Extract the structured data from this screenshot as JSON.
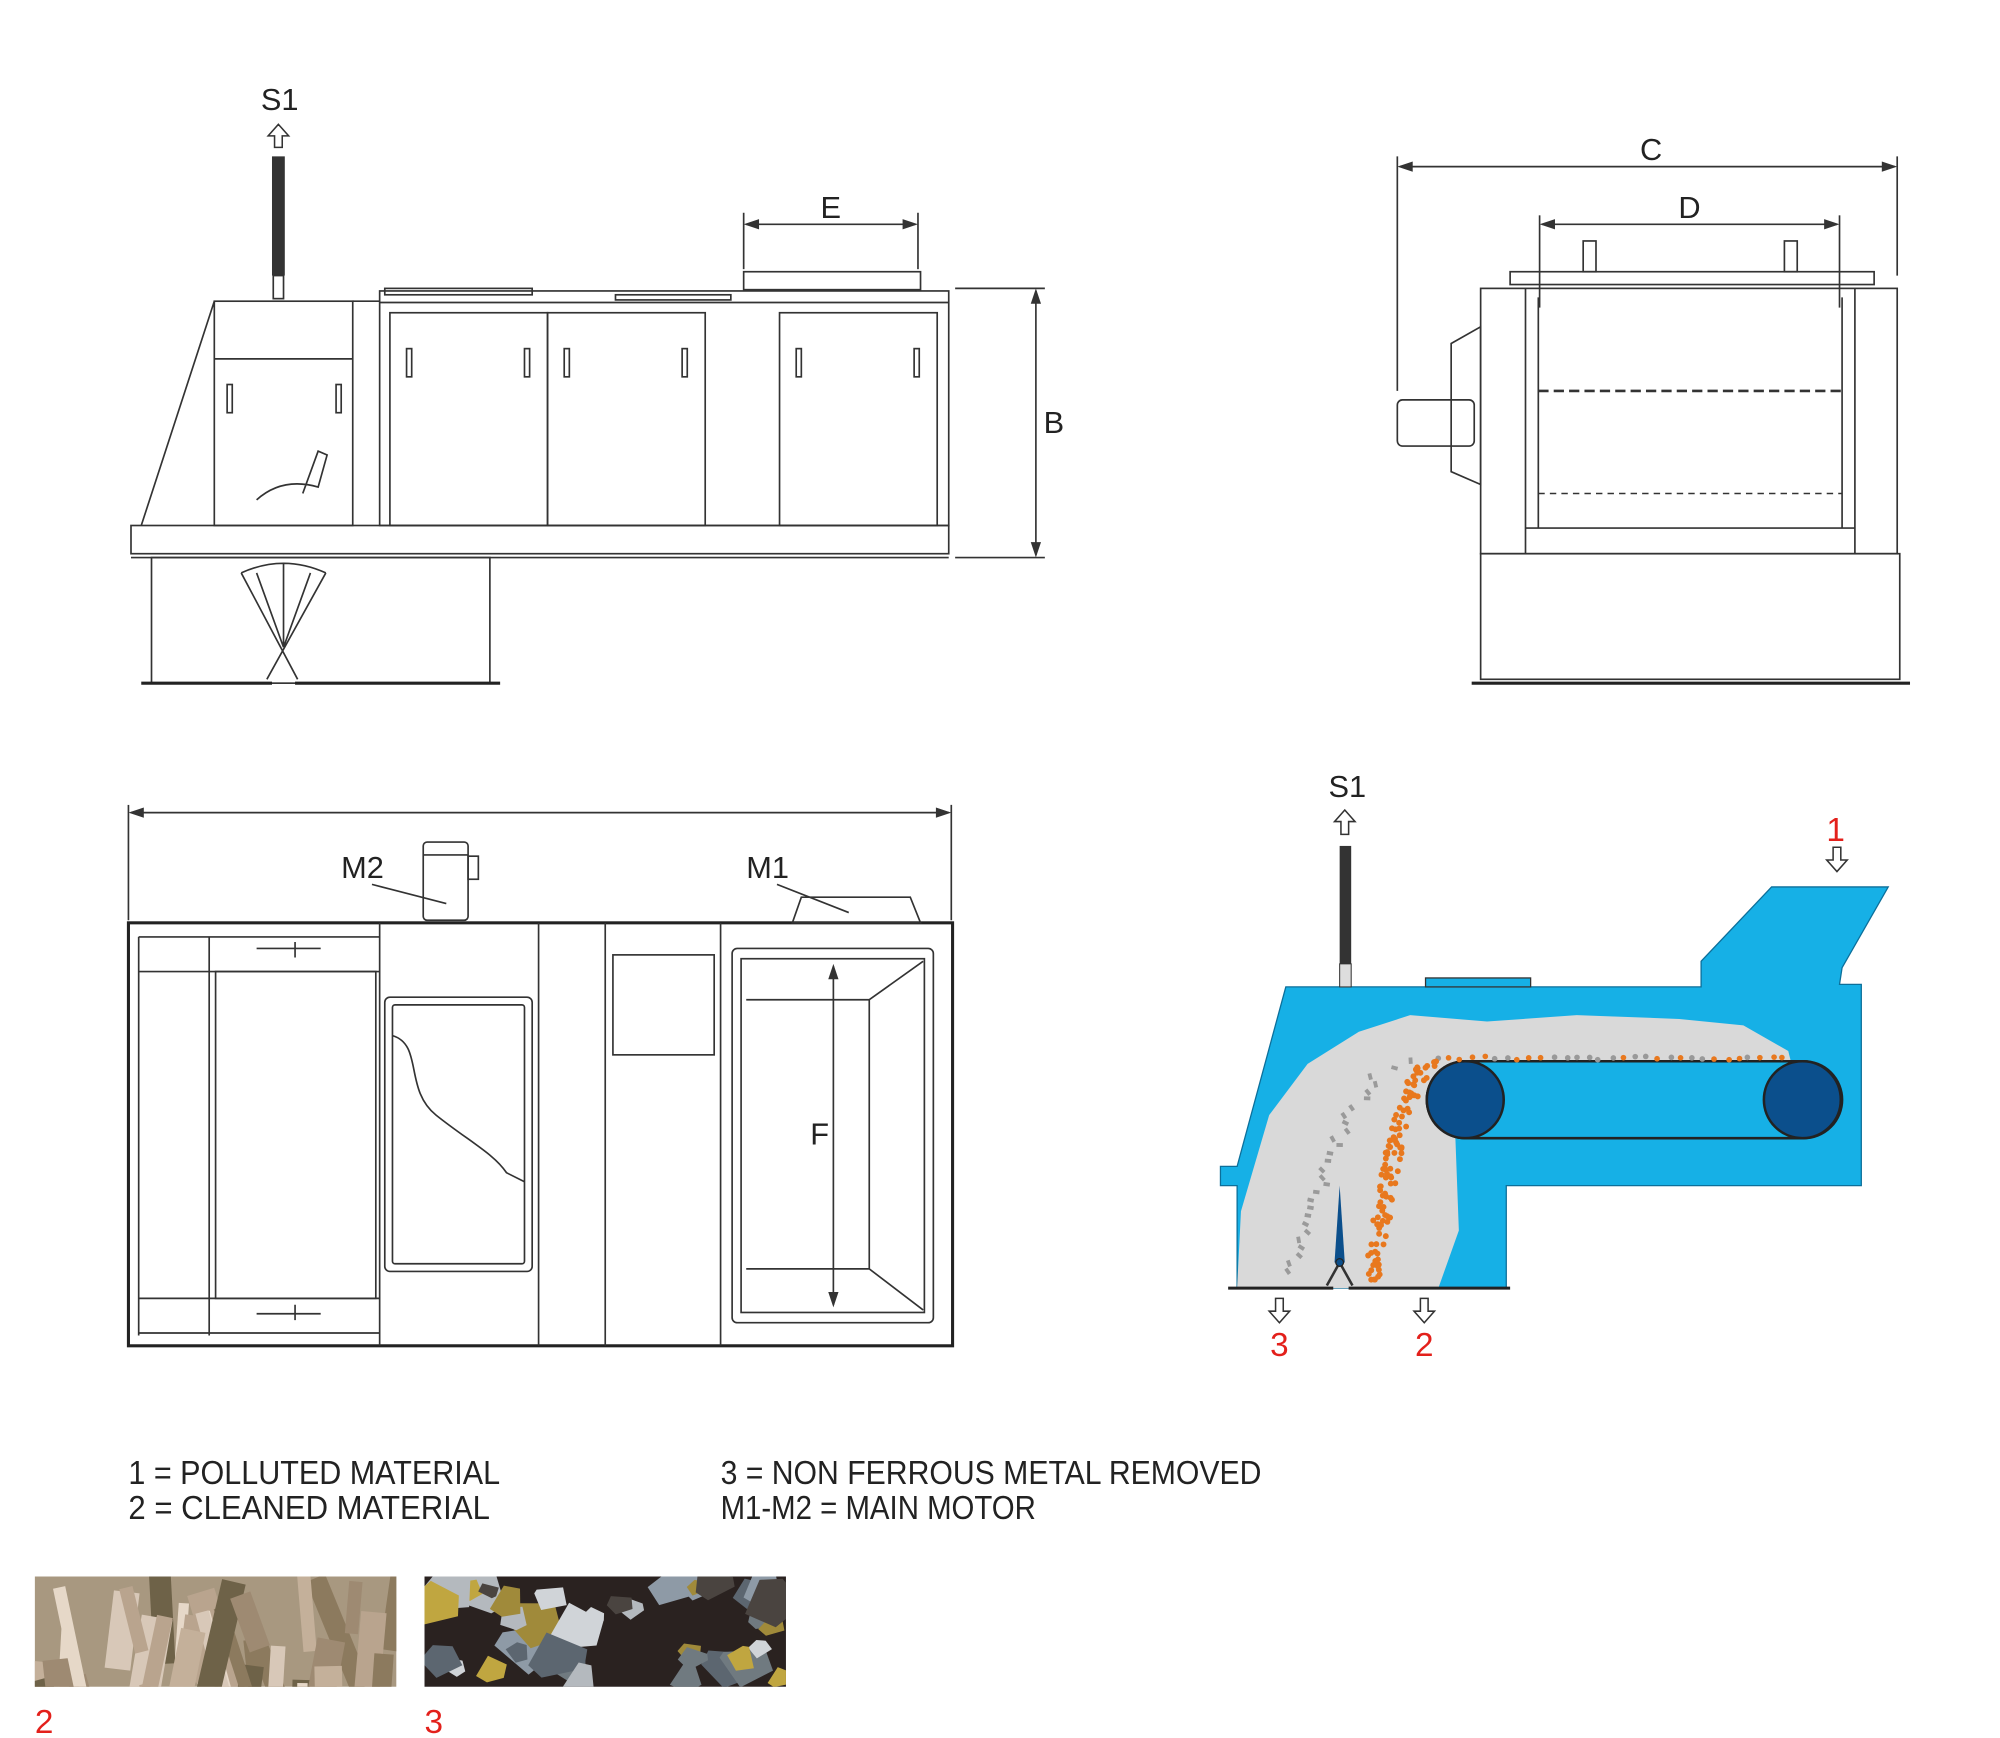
{
  "colors": {
    "body_blue": "#16b0e6",
    "drum_blue": "#0b4f8c",
    "material_gray": "#d9d9d9",
    "ferrous_orange": "#e8781e",
    "label_red": "#e3201b"
  },
  "side_view": {
    "stack_label": "S1",
    "dim_inlet": "E",
    "dim_height": "B"
  },
  "end_view": {
    "dim_overall_width": "C",
    "dim_inner_width": "D"
  },
  "top_view": {
    "motor_2": "M2",
    "motor_1": "M1",
    "dim_inner_length": "F"
  },
  "schematic": {
    "stack_label": "S1",
    "inlet": "1",
    "outlet_clean": "2",
    "outlet_metal": "3"
  },
  "legend": {
    "item1": "1 = POLLUTED MATERIAL",
    "item2": "2 = CLEANED MATERIAL",
    "item3": "3 = NON FERROUS METAL REMOVED",
    "item4": "M1-M2 = MAIN MOTOR"
  },
  "photos": [
    {
      "label": "2"
    },
    {
      "label": "3"
    }
  ]
}
